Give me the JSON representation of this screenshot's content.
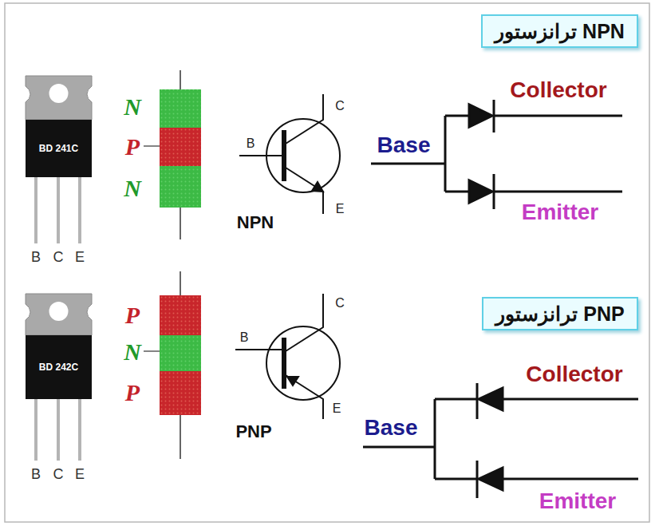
{
  "diagram": {
    "nodes": [
      {
        "text": [
          "BD 241C"
        ]
      },
      {
        "text": [
          "ترانزستور NPN"
        ]
      },
      {
        "text": [
          "BD 242C"
        ]
      },
      {
        "text": [
          "ترانزستور PNP"
        ]
      }
    ],
    "labels": [
      "B",
      "C",
      "E",
      "N",
      "P",
      "N",
      "B",
      "C",
      "E",
      "NPN",
      "Base",
      "Collector",
      "Emitter",
      "B",
      "C",
      "E",
      "P",
      "N",
      "P",
      "B",
      "C",
      "E",
      "PNP",
      "Base",
      "Collector",
      "Emitter"
    ]
  }
}
